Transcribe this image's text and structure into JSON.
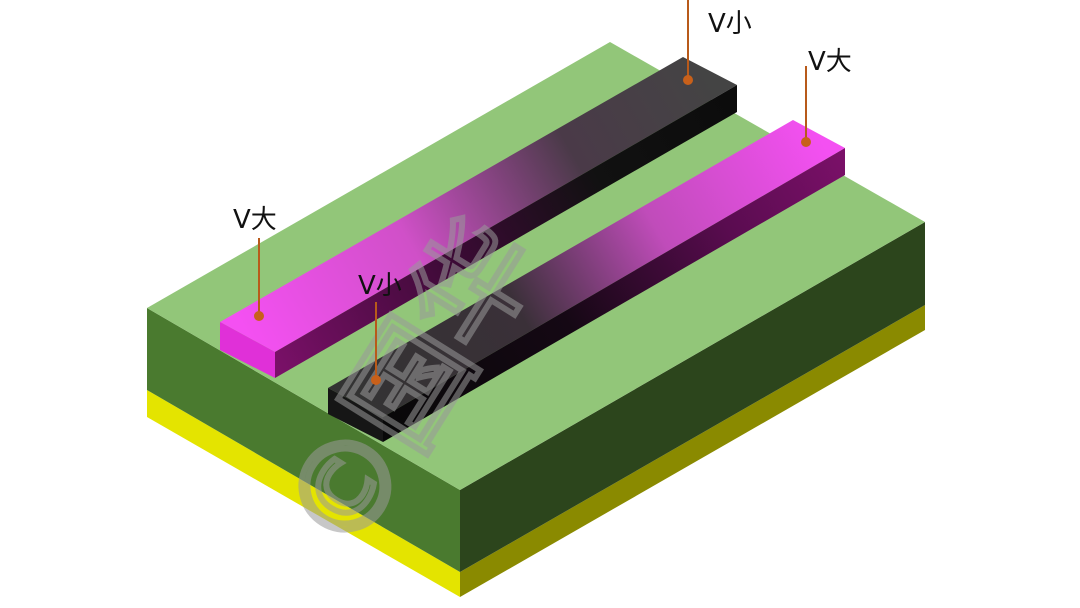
{
  "labels": {
    "back_left": "V小",
    "back_right": "V大",
    "front_left": "V大",
    "front_right": "V小"
  },
  "watermark": "©国华",
  "colors": {
    "substrate_top": "#92c679",
    "substrate_side_left": "#4a7a2f",
    "substrate_side_right": "#2c451c",
    "base_layer_left": "#e4e400",
    "base_layer_right": "#8a8a00",
    "high_voltage": "#f050f0",
    "low_voltage": "#3c3c3c",
    "lead": "#b85a1a"
  }
}
